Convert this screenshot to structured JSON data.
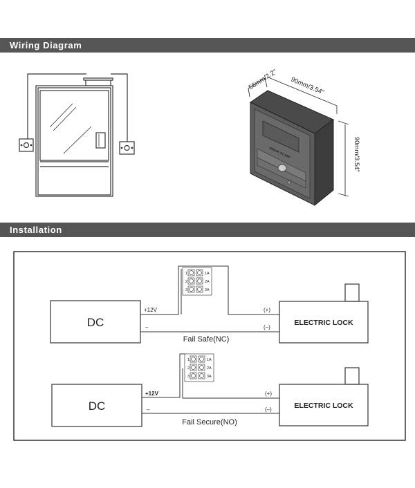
{
  "sections": {
    "wiring_title": "Wiring Diagram",
    "installation_title": "Installation"
  },
  "product": {
    "width_dim": "90mm/3.54\"",
    "depth_dim": "56mm/2.2\"",
    "height_dim": "90mm/3.54\"",
    "button_text": "BREAK GLASS"
  },
  "installation": {
    "diagram1": {
      "source": "DC",
      "lock": "ELECTRIC LOCK",
      "plus_label": "+12V",
      "minus_label": "–",
      "lock_plus": "(+)",
      "lock_minus": "(–)",
      "caption": "Fail Safe(NC)",
      "terminals_left": [
        "1",
        "2",
        "3"
      ],
      "terminals_right": [
        "1A",
        "2A",
        "3A"
      ]
    },
    "diagram2": {
      "source": "DC",
      "lock": "ELECTRIC LOCK",
      "plus_label": "+12V",
      "minus_label": "–",
      "lock_plus": "(+)",
      "lock_minus": "(–)",
      "caption": "Fail Secure(NO)",
      "terminals_left": [
        "1",
        "2",
        "3"
      ],
      "terminals_right": [
        "1A",
        "2A",
        "3A"
      ]
    }
  }
}
